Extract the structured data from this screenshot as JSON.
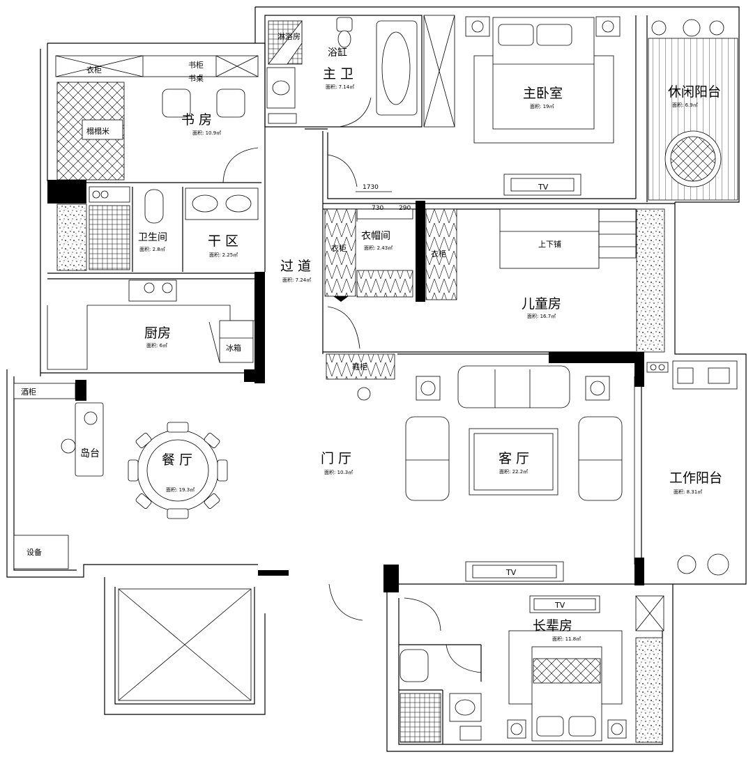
{
  "rooms": {
    "master_bath": {
      "label": "主 卫",
      "area": "面积: 7.14㎡"
    },
    "shower": {
      "label": "淋浴房"
    },
    "bathtub": {
      "label": "浴缸"
    },
    "master_bedroom": {
      "label": "主卧室",
      "area": "面积: 19㎡"
    },
    "leisure_balcony": {
      "label": "休闲阳台",
      "area": "面积: 6.9㎡"
    },
    "study": {
      "label": "书 房",
      "area": "面积: 10.9㎡"
    },
    "tatami": {
      "label": "榻榻米"
    },
    "wardrobe_study": {
      "label": "衣柜"
    },
    "bookcase": {
      "label": "书柜"
    },
    "desk": {
      "label": "书桌"
    },
    "toilet": {
      "label": "卫生间",
      "area": "面积: 2.8㎡"
    },
    "dry_zone": {
      "label": "干 区",
      "area": "面积: 2.25㎡"
    },
    "corridor": {
      "label": "过 道",
      "area": "面积: 7.24㎡"
    },
    "cloakroom": {
      "label": "衣帽间",
      "area": "面积: 2.43㎡"
    },
    "wardrobe_left": {
      "label": "衣柜"
    },
    "wardrobe_right": {
      "label": "衣柜"
    },
    "shoe_cab": {
      "label": "鞋柜"
    },
    "kids_room": {
      "label": "儿童房",
      "area": "面积: 16.7㎡"
    },
    "bunk_bed": {
      "label": "上下铺"
    },
    "kitchen": {
      "label": "厨房",
      "area": "面积: 6㎡"
    },
    "fridge": {
      "label": "冰箱"
    },
    "wine_cab": {
      "label": "酒柜"
    },
    "island": {
      "label": "岛台"
    },
    "dining": {
      "label": "餐 厅",
      "area": "面积: 19.3㎡"
    },
    "foyer": {
      "label": "门 厅",
      "area": "面积: 10.3㎡"
    },
    "living": {
      "label": "客 厅",
      "area": "面积: 22.2㎡"
    },
    "work_balcony": {
      "label": "工作阳台",
      "area": "面积: 8.31㎡"
    },
    "equipment": {
      "label": "设备"
    },
    "elder_room": {
      "label": "长辈房",
      "area": "面积: 11.8㎡"
    }
  },
  "tv": {
    "master": "TV",
    "living": "TV",
    "elder": "TV"
  },
  "dimensions": {
    "d1": "1730",
    "d2": "730",
    "d3": "290"
  }
}
